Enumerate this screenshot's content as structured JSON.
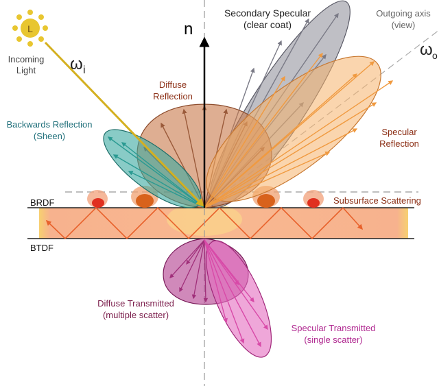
{
  "labels": {
    "incoming_1": "Incoming",
    "incoming_2": "Light",
    "sun_letter": "L",
    "omega_i": "ω",
    "omega_i_sub": "i",
    "omega_o": "ω",
    "omega_o_sub": "o",
    "normal": "n",
    "outgoing_1": "Outgoing axis",
    "outgoing_2": "(view)",
    "secondary_1": "Secondary Specular",
    "secondary_2": "(clear coat)",
    "diffuse_1": "Diffuse",
    "diffuse_2": "Reflection",
    "backwards_1": "Backwards Reflection",
    "backwards_2": "(Sheen)",
    "specular_1": "Specular",
    "specular_2": "Reflection",
    "brdf": "BRDF",
    "btdf": "BTDF",
    "subsurface": "Subsurface Scattering",
    "diff_trans_1": "Diffuse Transmitted",
    "diff_trans_2": "(multiple scatter)",
    "spec_trans_1": "Specular Transmitted",
    "spec_trans_2": "(single scatter)"
  },
  "colors": {
    "light_ray": "#d4b020",
    "sun": "#e8c630",
    "secondary_lobe": "#8a8a96",
    "diffuse_lobe": "#c8784a",
    "backwards_lobe": "#3aa9a0",
    "specular_lobe": "#f6b26b",
    "slab": "#f7b28e",
    "slab_edge": "#f7c77a",
    "subsurface": "#e8622c",
    "diff_trans": "#b03a8c",
    "spec_trans": "#e46cc0",
    "label_brown": "#8b2e14",
    "label_teal": "#1f6f7a",
    "label_purple": "#7a1c4a",
    "label_magenta": "#b02890"
  }
}
